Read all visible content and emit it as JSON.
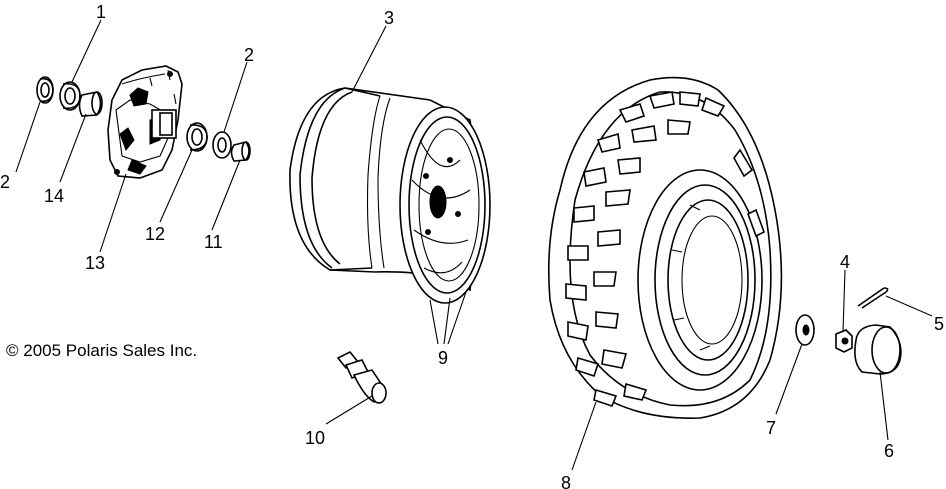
{
  "copyright": "© 2005 Polaris Sales Inc.",
  "callouts": {
    "c1": "1",
    "c2a": "2",
    "c2b": "2",
    "c3": "3",
    "c4": "4",
    "c5": "5",
    "c6": "6",
    "c7": "7",
    "c8": "8",
    "c9": "9",
    "c10": "10",
    "c11": "11",
    "c12": "12",
    "c13": "13",
    "c14": "14"
  }
}
